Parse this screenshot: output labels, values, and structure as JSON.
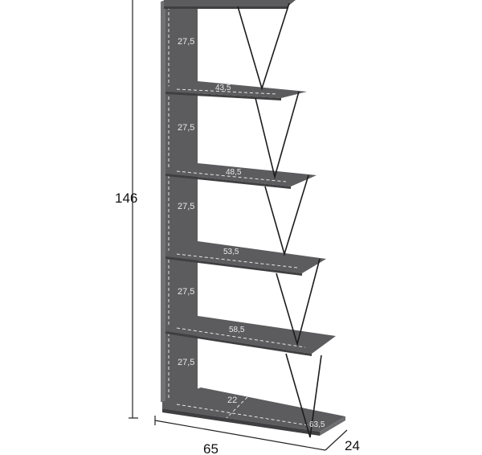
{
  "dimensions": {
    "height": "146",
    "width": "65",
    "depth": "24"
  },
  "shelf_spacings": [
    "27,5",
    "27,5",
    "27,5",
    "27,5",
    "27,5"
  ],
  "shelf_widths": [
    "43,5",
    "48,5",
    "53,5",
    "58,5",
    "63,5"
  ],
  "base_depth": "22",
  "colors": {
    "panel": "#5c5c5e",
    "panel_dark": "#3f3f41",
    "panel_side": "#6e6e70",
    "rod": "#1c1c1c",
    "dimension_line": "#222222",
    "dashed": "#e6e6e6"
  }
}
